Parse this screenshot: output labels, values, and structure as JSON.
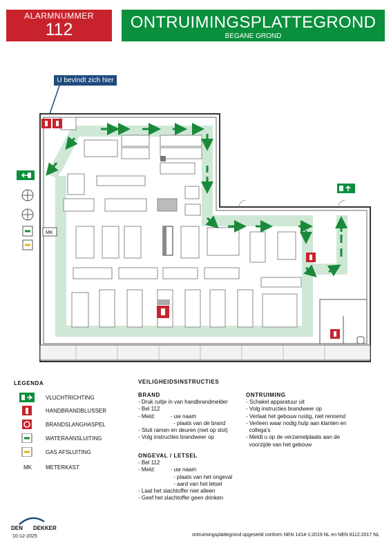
{
  "alarm": {
    "label": "ALARMNUMMER",
    "number": "112"
  },
  "title": {
    "main": "ONTRUIMINGSPLATTEGROND",
    "sub": "BEGANE GROND"
  },
  "you_are_here": "U bevindt zich hier",
  "meter_label": "MK",
  "colors": {
    "red": "#c8232c",
    "green": "#0a8f3c",
    "route": "#cfe8d6",
    "arrow": "#1a8a3a",
    "navy": "#1f4a7e"
  },
  "legend": {
    "title": "LEGENDA",
    "items": [
      {
        "icon": "escape-route-icon",
        "label": "VLUCHTRICHTING"
      },
      {
        "icon": "fire-extinguisher-icon",
        "label": "HANDBRANDBLUSSER"
      },
      {
        "icon": "fire-hose-reel-icon",
        "label": "BRANDSLANGHASPEL"
      },
      {
        "icon": "water-connection-icon",
        "label": "WATERAANSLUITING"
      },
      {
        "icon": "gas-shutoff-icon",
        "label": "GAS AFSLUITING"
      },
      {
        "icon": "MK",
        "label": "METERKAST"
      }
    ]
  },
  "instructions": {
    "title": "VEILIGHEIDSINSTRUCTIES",
    "brand": {
      "title": "BRAND",
      "lines": [
        "- Druk ruitje in van handbrandmelder",
        "- Bel 112",
        "- Meld:          - uw naam",
        "                       - plaats van de brand",
        "- Sluit ramen en deuren (niet op slot)",
        "- Volg instructies brandweer op"
      ]
    },
    "ongeval": {
      "title": "ONGEVAL / LETSEL",
      "lines": [
        "- Bel 112",
        "- Meld:          - uw naam",
        "                       - plaats van het ongeval",
        "                       - aard van het letsel",
        "- Laat het slachtoffer niet alleen",
        "- Geef het slachtoffer geen drinken"
      ]
    },
    "ontruiming": {
      "title": "ONTRUIMING",
      "lines": [
        "- Schakel apparatuur uit",
        "- Volg instructies brandweer op",
        "- Verlaat het gebouw rustig, niet rennend",
        "- Verleen waar nodig hulp aan klanten en",
        "  collega's",
        "- Meldt u op de verzamelplaats aan de",
        "  voorzijde van het gebouw"
      ]
    }
  },
  "logo": {
    "name_left": "DEN",
    "name_right": "DEKKER",
    "date": "10-12-2025"
  },
  "footer": "ontruimingsplattegrond opgesteld conform NEN 1414-1:2019 NL en NEN 8112:2017 NL"
}
